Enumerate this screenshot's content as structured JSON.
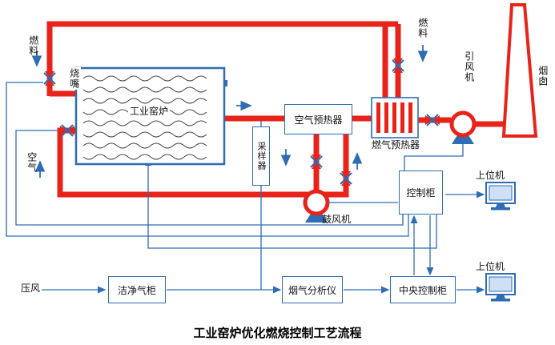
{
  "title": "工业窑炉优化燃烧控制工艺流程",
  "colors": {
    "pipe_red": "#e8231a",
    "line_blue": "#2e6db4",
    "flame_gray": "#404040",
    "text": "#111111"
  },
  "labels": {
    "fuel_left": "燃料",
    "burner": "烧嘴",
    "air": "空气",
    "kiln": "工业窑炉",
    "sampler": "采样器",
    "air_preheater": "空气预热器",
    "gas_preheater": "燃气预热器",
    "fuel_right": "燃料",
    "induced_draft_fan": "引风机",
    "chimney": "烟囱",
    "blower": "鼓风机",
    "control_cabinet": "控制柜",
    "host_computer_top": "上位机",
    "host_computer_bottom": "上位机",
    "compressed_air": "压风",
    "clean_gas_cabinet": "洁净气柜",
    "flue_gas_analyzer": "烟气分析仪",
    "central_control_cabinet": "中央控制柜"
  }
}
